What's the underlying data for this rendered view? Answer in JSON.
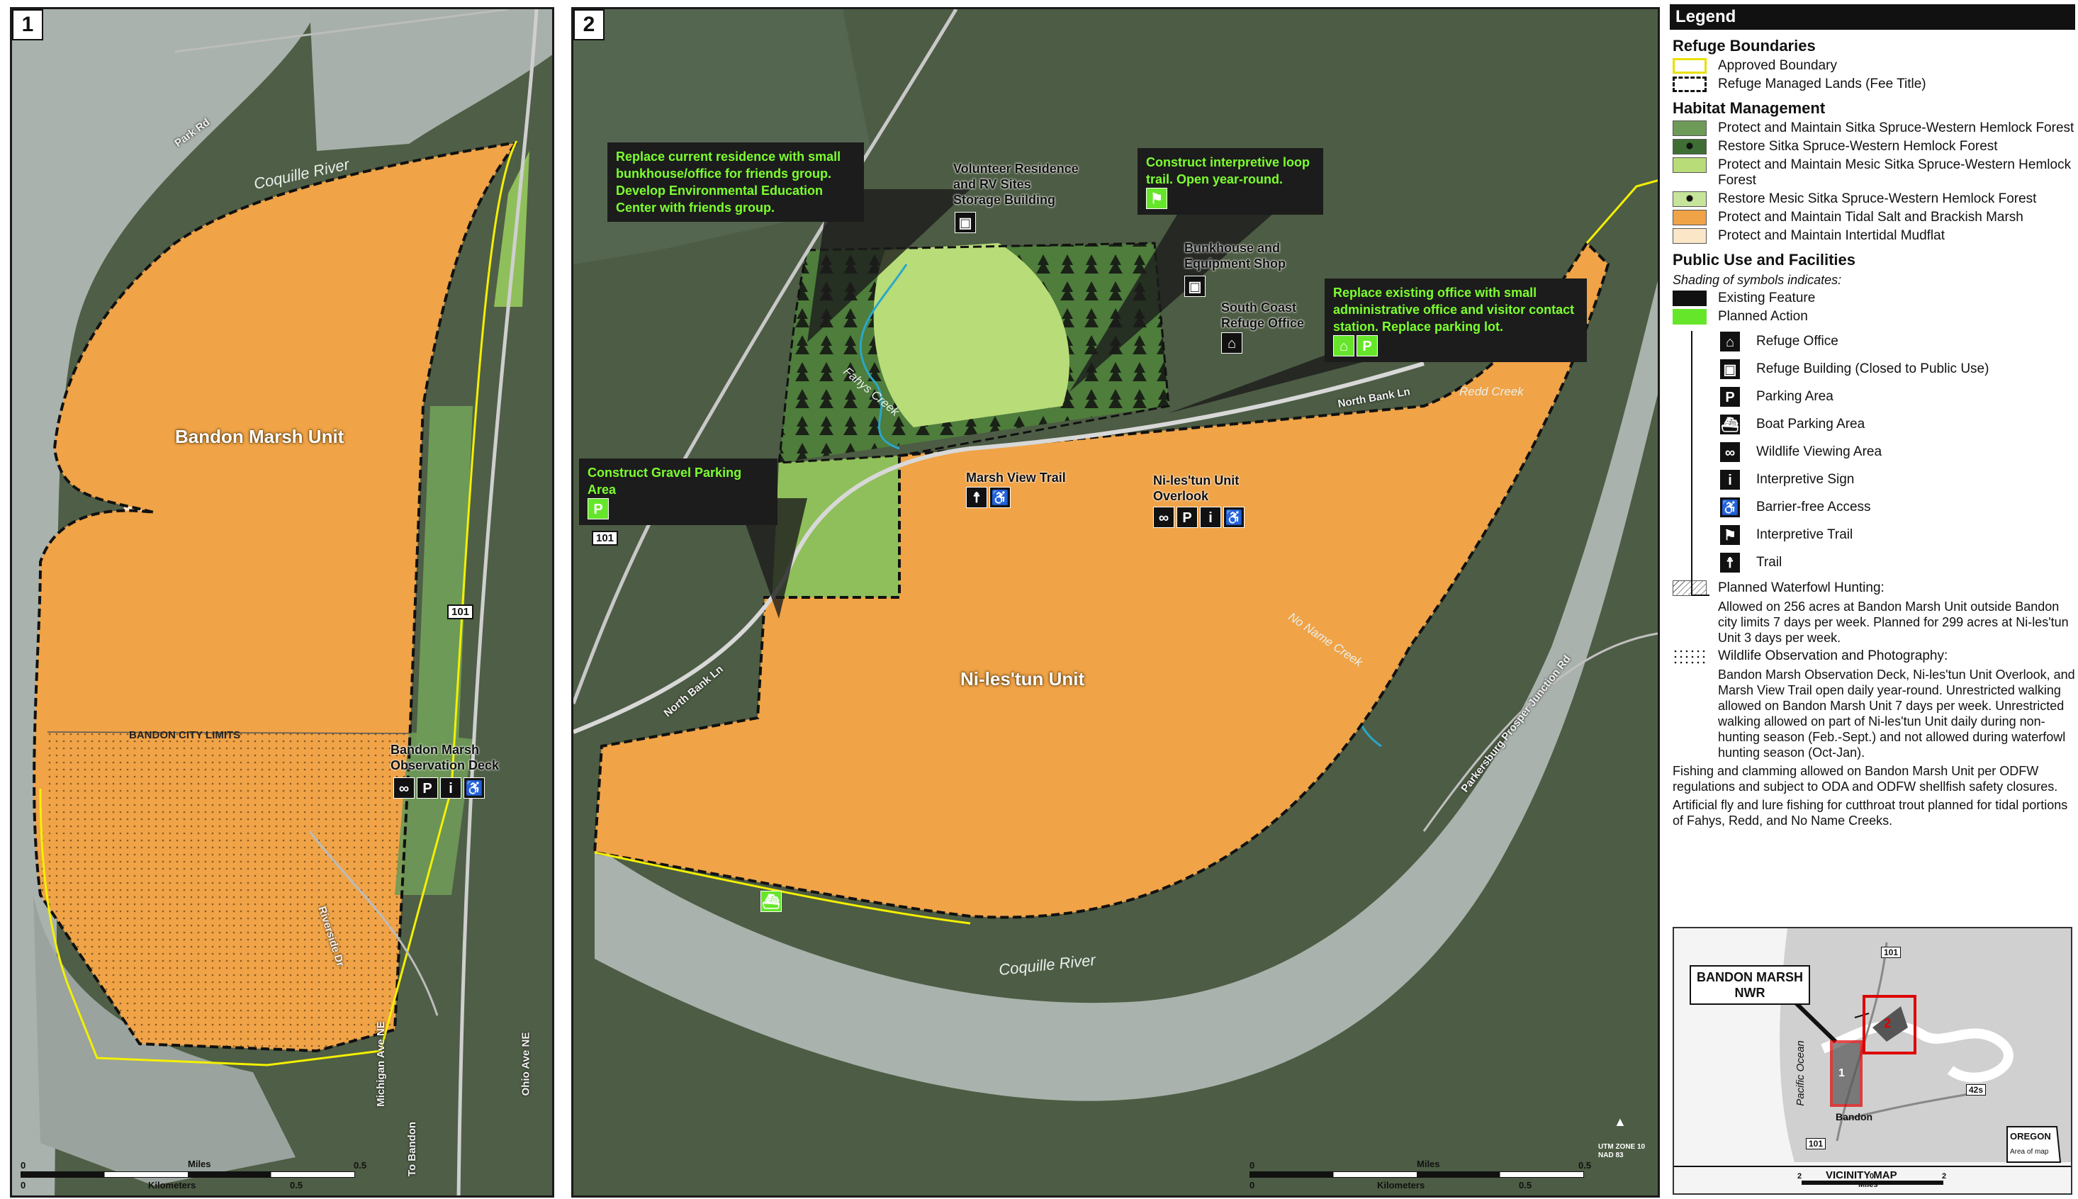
{
  "map1": {
    "number": "1",
    "unit_label": "Bandon Marsh Unit",
    "river_label": "Coquille River",
    "city_limits_label": "BANDON CITY LIMITS",
    "roads": {
      "park_rd": "Park Rd",
      "us101": "101",
      "riverside": "Riverside Dr",
      "michigan": "Michigan Ave NE",
      "ohio": "Ohio Ave NE",
      "to_bandon": "To Bandon"
    },
    "observation_deck": "Bandon Marsh\nObservation Deck",
    "scale": {
      "miles_label": "Miles",
      "km_label": "Kilometers",
      "m0": "0",
      "m05": "0.5",
      "k0": "0",
      "k05": "0.5"
    }
  },
  "map2": {
    "number": "2",
    "unit_label": "Ni-les'tun Unit",
    "river_label": "Coquille River",
    "creeks": {
      "fahys": "Fahys Creek",
      "redd": "Redd Creek",
      "no_name": "No Name Creek"
    },
    "roads": {
      "north_bank_ln": "North Bank Ln",
      "north_bank_ln2": "North Bank Ln",
      "us101": "101",
      "parkersburg": "Parkersburg Prosper Junction Rd"
    },
    "callouts": {
      "residence": "Replace current residence with small bunkhouse/office for friends group. Develop Environmental Education Center with friends group.",
      "loop": "Construct interpretive loop trail.  Open year-round.",
      "office": "Replace existing office with small administrative office and visitor contact station. Replace parking lot.",
      "gravel": "Construct Gravel Parking Area"
    },
    "features": {
      "volunteer": "Volunteer Residence\nand RV Sites\nStorage Building",
      "bunkhouse": "Bunkhouse and\nEquipment Shop",
      "south_coast": "South Coast\nRefuge Office",
      "marsh_view": "Marsh View Trail",
      "overlook": "Ni-les'tun Unit\nOverlook"
    },
    "scale": {
      "miles_label": "Miles",
      "km_label": "Kilometers",
      "m0": "0",
      "m05": "0.5",
      "k0": "0",
      "k05": "0.5",
      "datum": "UTM ZONE 10\nNAD 83"
    }
  },
  "legend": {
    "title": "Legend",
    "boundaries_heading": "Refuge Boundaries",
    "boundaries": [
      {
        "label": "Approved Boundary"
      },
      {
        "label": "Refuge Managed Lands (Fee Title)"
      }
    ],
    "habitat_heading": "Habitat Management",
    "habitat": [
      {
        "label": "Protect and Maintain Sitka Spruce-Western Hemlock Forest",
        "color": "#6e9a58"
      },
      {
        "label": "Restore Sitka Spruce-Western Hemlock Forest",
        "color": "#3f6e35"
      },
      {
        "label": "Protect and Maintain Mesic Sitka Spruce-Western Hemlock Forest",
        "color": "#b8dc78"
      },
      {
        "label": "Restore Mesic Sitka Spruce-Western Hemlock Forest",
        "color": "#c6e59a"
      },
      {
        "label": "Protect and Maintain Tidal Salt and Brackish Marsh",
        "color": "#f0a347"
      },
      {
        "label": "Protect and Maintain Intertidal Mudflat",
        "color": "#fbe6c8"
      }
    ],
    "public_heading": "Public Use and Facilities",
    "public_sub": "Shading of symbols indicates:",
    "existing": "Existing Feature",
    "planned": "Planned Action",
    "facilities": [
      {
        "label": "Refuge Office",
        "icon": "office-icon",
        "glyph": "⌂"
      },
      {
        "label": "Refuge Building (Closed to Public Use)",
        "icon": "building-icon",
        "glyph": "▣"
      },
      {
        "label": "Parking Area",
        "icon": "parking-icon",
        "glyph": "P"
      },
      {
        "label": "Boat Parking Area",
        "icon": "boat-icon",
        "glyph": "⛴"
      },
      {
        "label": "Wildlife Viewing Area",
        "icon": "binoculars-icon",
        "glyph": "∞"
      },
      {
        "label": "Interpretive Sign",
        "icon": "sign-icon",
        "glyph": "i"
      },
      {
        "label": "Barrier-free Access",
        "icon": "wheelchair-icon",
        "glyph": "♿"
      },
      {
        "label": "Interpretive Trail",
        "icon": "interpretive-trail-icon",
        "glyph": "⚑"
      },
      {
        "label": "Trail",
        "icon": "hiker-icon",
        "glyph": "☨"
      }
    ],
    "hunting_title": "Planned Waterfowl Hunting:",
    "hunting_text": "Allowed on 256 acres at Bandon Marsh Unit outside Bandon city limits 7 days per week. Planned for 299 acres at Ni-les'tun Unit 3 days per week.",
    "wildlife_title": "Wildlife Observation and Photography:",
    "wildlife_text": "Bandon Marsh Observation Deck, Ni-les'tun Unit Overlook, and Marsh View Trail open daily year-round. Unrestricted walking allowed on Bandon Marsh Unit 7 days per week. Unrestricted walking allowed on part of Ni-les'tun Unit daily during non-hunting season (Feb.-Sept.) and not allowed during waterfowl hunting season (Oct-Jan).",
    "fishing_text": "Fishing and clamming allowed on Bandon Marsh Unit per ODFW regulations and subject to ODA and ODFW shellfish safety closures.",
    "trout_text": "Artificial fly and lure fishing for cutthroat trout planned for tidal portions of Fahys, Redd, and No Name Creeks."
  },
  "vicinity": {
    "title": "VICINITY MAP",
    "nwr_label": "BANDON MARSH\nNWR",
    "ocean": "Pacific Ocean",
    "bandon": "Bandon",
    "oregon": "OREGON",
    "area_of_map": "Area of map",
    "box1": "1",
    "box2": "2",
    "hwy101a": "101",
    "hwy101b": "101",
    "hwy42s": "42s",
    "scale_miles": "Miles",
    "s2a": "2",
    "s0": "0",
    "s2b": "2"
  }
}
